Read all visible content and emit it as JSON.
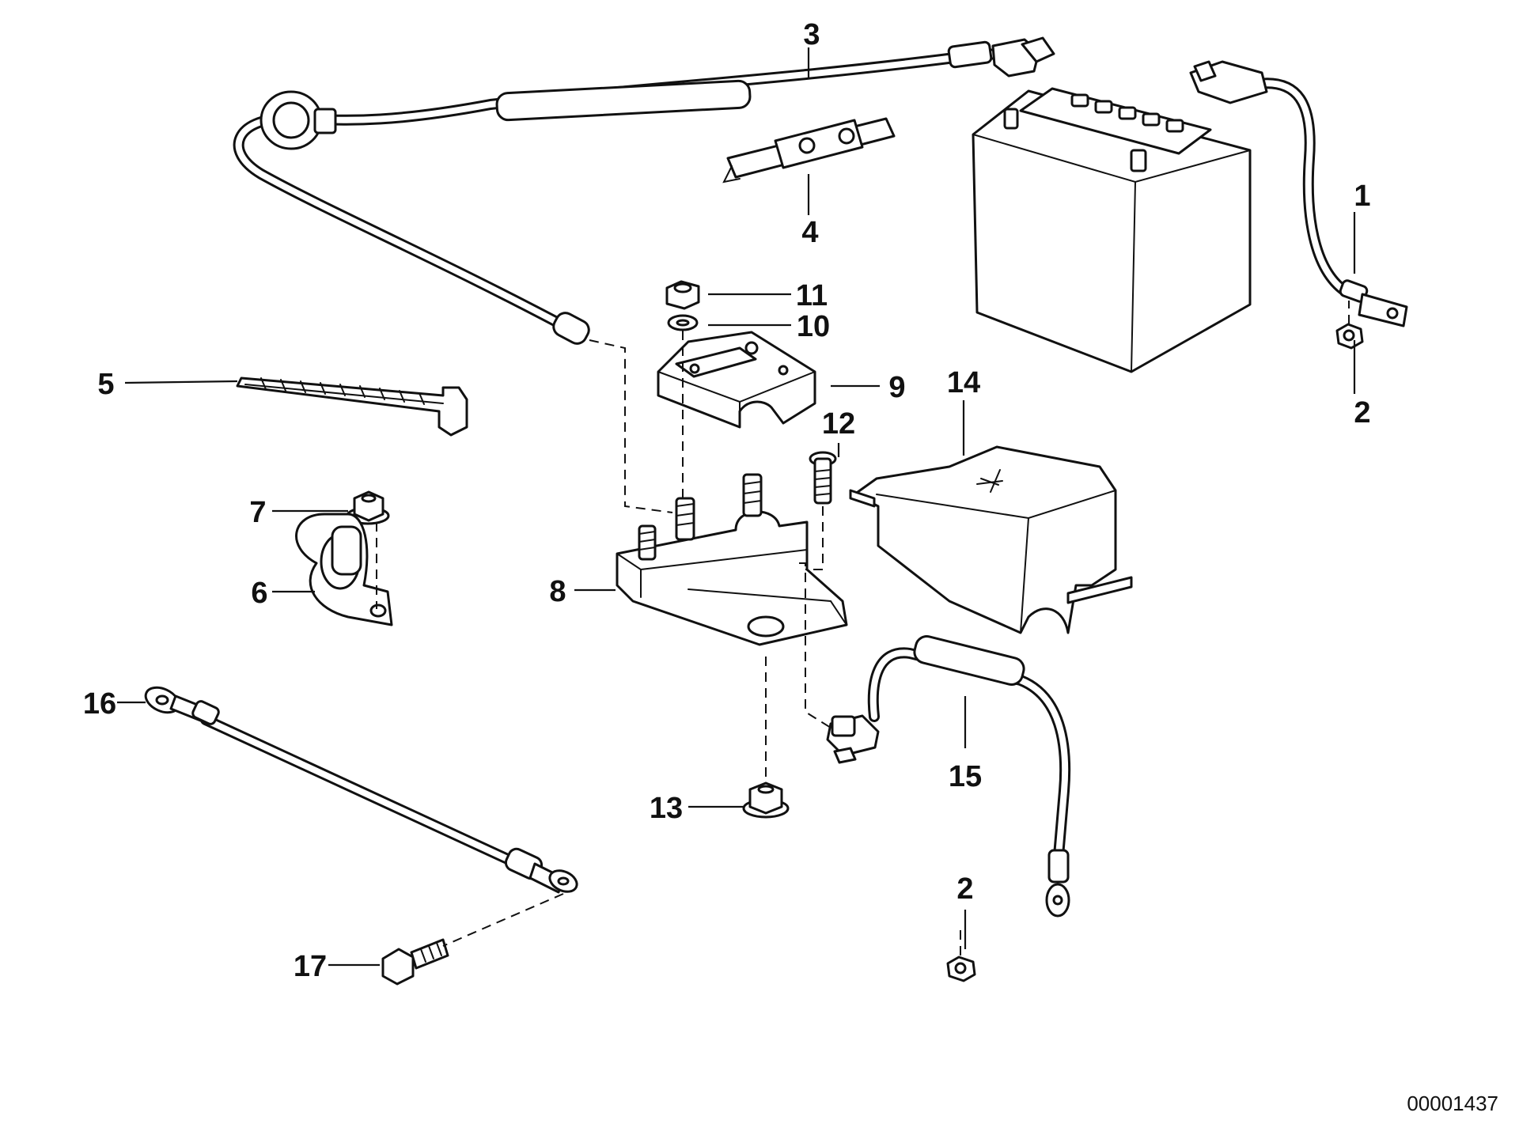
{
  "diagram": {
    "callouts": {
      "c1": "1",
      "c2a": "2",
      "c2b": "2",
      "c3": "3",
      "c4": "4",
      "c5": "5",
      "c6": "6",
      "c7": "7",
      "c8": "8",
      "c9": "9",
      "c10": "10",
      "c11": "11",
      "c12": "12",
      "c13": "13",
      "c14": "14",
      "c15": "15",
      "c16": "16",
      "c17": "17"
    },
    "document_number": "00001437"
  }
}
